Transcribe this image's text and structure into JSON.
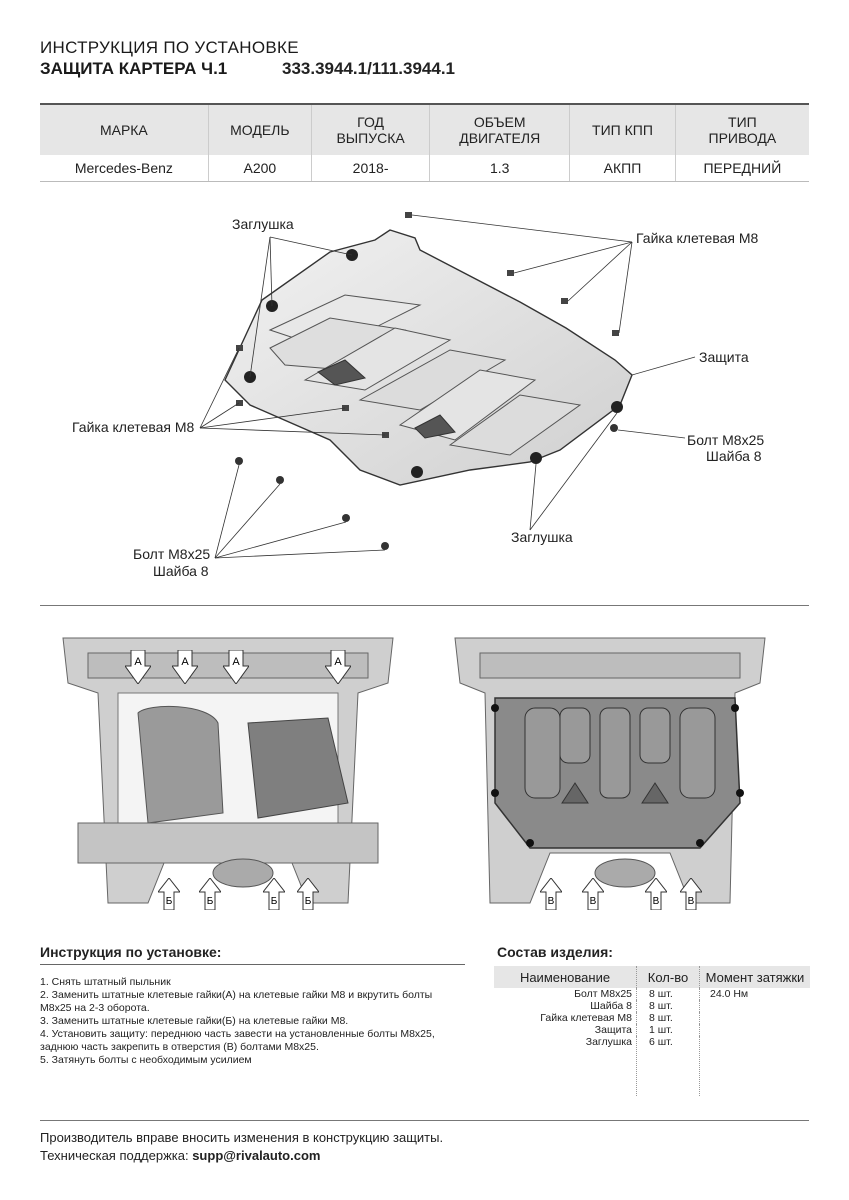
{
  "header": {
    "title_line1": "ИНСТРУКЦИЯ ПО УСТАНОВКЕ",
    "title_line2": "ЗАЩИТА КАРТЕРА Ч.1",
    "part_code": "333.3944.1/111.3944.1"
  },
  "spec_table": {
    "headers": [
      [
        "МАРКА"
      ],
      [
        "МОДЕЛЬ"
      ],
      [
        "ГОД",
        "ВЫПУСКА"
      ],
      [
        "ОБЪЕМ",
        "ДВИГАТЕЛЯ"
      ],
      [
        "ТИП КПП"
      ],
      [
        "ТИП",
        "ПРИВОДА"
      ]
    ],
    "values": [
      "Mercedes-Benz",
      "A200",
      "2018-",
      "1.3",
      "АКПП",
      "ПЕРЕДНИЙ"
    ]
  },
  "diagram": {
    "labels": {
      "plug_top": "Заглушка",
      "nut_top_right": "Гайка клетевая М8",
      "guard": "Защита",
      "nut_left": "Гайка клетевая М8",
      "bolt_right_1": "Болт М8х25",
      "bolt_right_2": "Шайба 8",
      "plug_bottom": "Заглушка",
      "bolt_left_1": "Болт М8х25",
      "bolt_left_2": "Шайба 8"
    }
  },
  "photos": {
    "left_markers_top": [
      "А",
      "А",
      "А",
      "А"
    ],
    "left_markers_bottom": [
      "Б",
      "Б",
      "Б",
      "Б"
    ],
    "right_markers_bottom": [
      "В",
      "В",
      "В",
      "В"
    ]
  },
  "instructions": {
    "title": "Инструкция по установке:",
    "steps": [
      "1. Снять штатный пыльник",
      "2. Заменить штатные клетевые гайки(А) на клетевые гайки М8 и вкрутить болты М8х25 на 2-3 оборота.",
      "3. Заменить штатные клетевые гайки(Б) на клетевые гайки М8.",
      "4. Установить защиту: переднюю часть завести на установленные болты М8х25, заднюю часть закрепить в отверстия (В) болтами М8х25.",
      "5. Затянуть болты с необходимым усилием"
    ]
  },
  "composition": {
    "title": "Состав изделия:",
    "headers": [
      "Наименование",
      "Кол-во",
      "Момент затяжки"
    ],
    "rows": [
      {
        "name": "Болт М8х25",
        "qty": "8 шт.",
        "torque": "24.0 Нм"
      },
      {
        "name": "Шайба 8",
        "qty": "8 шт.",
        "torque": ""
      },
      {
        "name": "Гайка клетевая М8",
        "qty": "8 шт.",
        "torque": ""
      },
      {
        "name": "Защита",
        "qty": "1 шт.",
        "torque": ""
      },
      {
        "name": "Заглушка",
        "qty": "6 шт.",
        "torque": ""
      }
    ]
  },
  "footer": {
    "line1": "Производитель вправе вносить изменения в конструкцию защиты.",
    "line2_prefix": "Техническая поддержка: ",
    "line2_email": "supp@rivalauto.com"
  }
}
